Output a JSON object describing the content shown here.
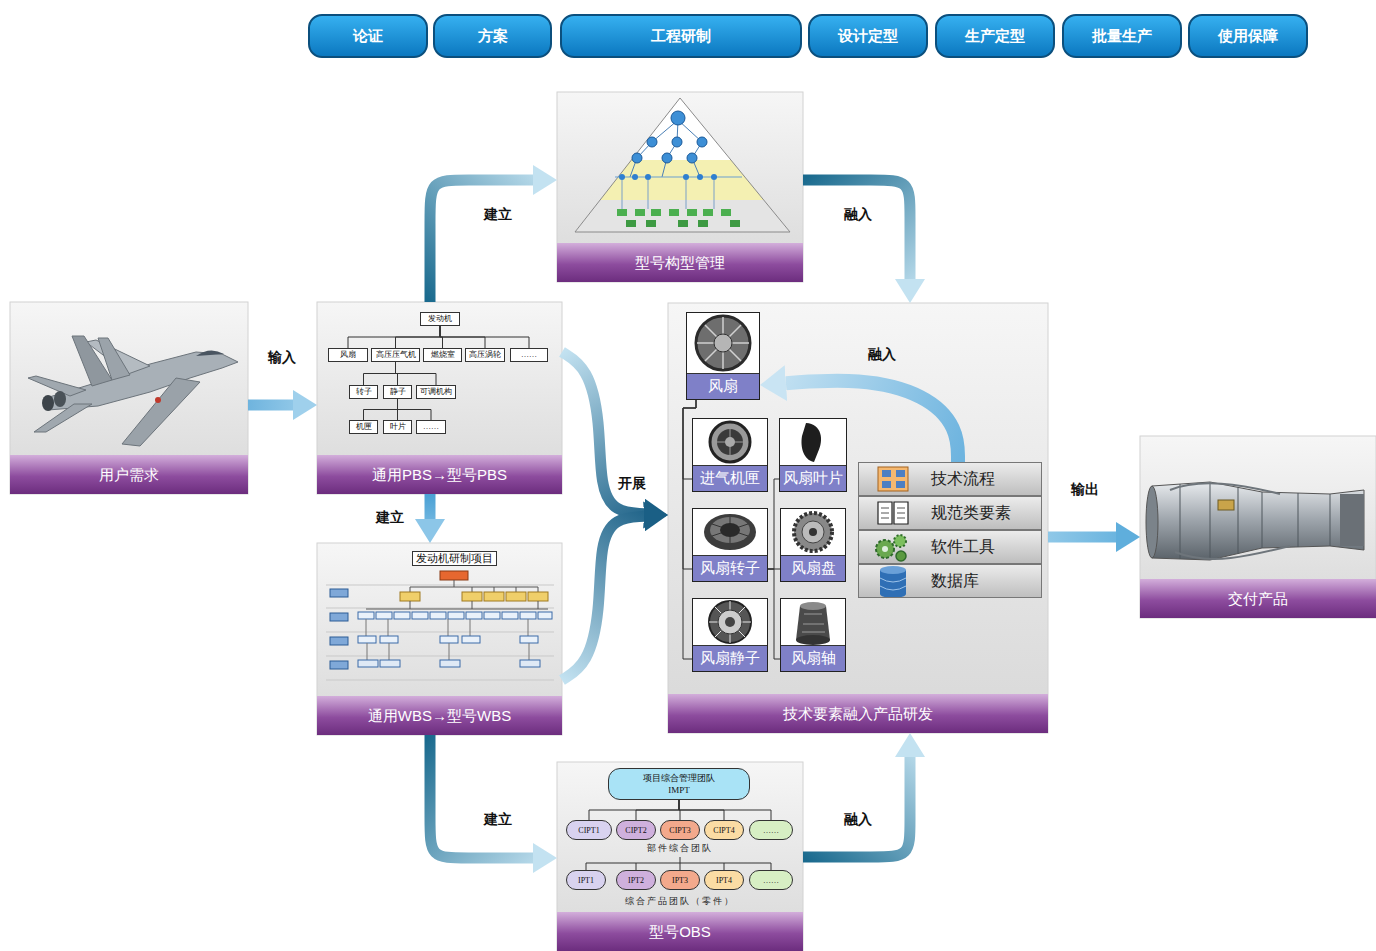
{
  "diagram": {
    "nodes": [
      {
        "text": [
          "论证"
        ]
      },
      {
        "text": [
          "方案"
        ]
      },
      {
        "text": [
          "工程研制"
        ]
      },
      {
        "text": [
          "设计定型"
        ]
      },
      {
        "text": [
          "生产定型"
        ]
      },
      {
        "text": [
          "批量生产"
        ]
      },
      {
        "text": [
          "使用保障"
        ]
      },
      {
        "text": [
          "型号构型管理"
        ]
      },
      {
        "text": [
          "用户需求"
        ]
      },
      {
        "text": [
          "通用PBS→型号PBS"
        ]
      },
      {
        "text": [
          "发动机"
        ],
        "in": 9
      },
      {
        "text": [
          "风扇"
        ],
        "in": 9
      },
      {
        "text": [
          "高压压气机"
        ],
        "in": 9
      },
      {
        "text": [
          "燃烧室"
        ],
        "in": 9
      },
      {
        "text": [
          "高压涡轮"
        ],
        "in": 9
      },
      {
        "text": [
          "……"
        ],
        "in": 9
      },
      {
        "text": [
          "转子"
        ],
        "in": 9
      },
      {
        "text": [
          "静子"
        ],
        "in": 9
      },
      {
        "text": [
          "可调机构"
        ],
        "in": 9
      },
      {
        "text": [
          "机匣"
        ],
        "in": 9
      },
      {
        "text": [
          "叶片"
        ],
        "in": 9
      },
      {
        "text": [
          "……"
        ],
        "in": 9
      },
      {
        "text": [
          "技术要素融入产品研发"
        ]
      },
      {
        "text": [
          "风扇"
        ],
        "in": 22
      },
      {
        "text": [
          "进气机匣"
        ],
        "in": 22
      },
      {
        "text": [
          "风扇叶片"
        ],
        "in": 22
      },
      {
        "text": [
          "风扇转子"
        ],
        "in": 22
      },
      {
        "text": [
          "风扇盘"
        ],
        "in": 22
      },
      {
        "text": [
          "风扇静子"
        ],
        "in": 22
      },
      {
        "text": [
          "风扇轴"
        ],
        "in": 22
      },
      {
        "text": [
          "技术流程"
        ],
        "in": 22
      },
      {
        "text": [
          "规范类要素"
        ],
        "in": 22
      },
      {
        "text": [
          "软件工具"
        ],
        "in": 22
      },
      {
        "text": [
          "数据库"
        ],
        "in": 22
      },
      {
        "text": [
          "交付产品"
        ]
      },
      {
        "text": [
          "通用WBS→型号WBS"
        ]
      },
      {
        "text": [
          "发动机研制项目"
        ],
        "in": 35
      },
      {
        "text": [
          "型号OBS"
        ]
      },
      {
        "text": [
          "项目综合管理团队 IMPT"
        ],
        "in": 37
      },
      {
        "text": [
          "CIPT1"
        ],
        "in": 37
      },
      {
        "text": [
          "CIPT2"
        ],
        "in": 37
      },
      {
        "text": [
          "CIPT3"
        ],
        "in": 37
      },
      {
        "text": [
          "CIPT4"
        ],
        "in": 37
      },
      {
        "text": [
          "……"
        ],
        "in": 37
      },
      {
        "text": [
          "IPT1"
        ],
        "in": 37
      },
      {
        "text": [
          "IPT2"
        ],
        "in": 37
      },
      {
        "text": [
          "IPT3"
        ],
        "in": 37
      },
      {
        "text": [
          "IPT4"
        ],
        "in": 37
      },
      {
        "text": [
          "……"
        ],
        "in": 37
      }
    ],
    "edges": [
      {
        "from": 8,
        "to": 9,
        "arrow": "to",
        "label": "输入"
      },
      {
        "from": 9,
        "to": 7,
        "arrow": "to",
        "label": "建立"
      },
      {
        "from": 9,
        "to": 35,
        "arrow": "to",
        "label": "建立"
      },
      {
        "from": 35,
        "to": 37,
        "arrow": "to",
        "label": "建立"
      },
      {
        "from": 7,
        "to": 22,
        "arrow": "to",
        "label": "融入"
      },
      {
        "from": 37,
        "to": 22,
        "arrow": "to",
        "label": "融入"
      },
      {
        "from": 9,
        "to": 22,
        "arrow": "to",
        "label": "开展"
      },
      {
        "from": 35,
        "to": 22,
        "arrow": "to"
      },
      {
        "from": 22,
        "to": 34,
        "arrow": "to",
        "label": "输出"
      },
      {
        "from": 30,
        "to": 23,
        "arrow": "to",
        "label": "融入"
      },
      {
        "from": 10,
        "to": 11,
        "arrow": "none"
      },
      {
        "from": 10,
        "to": 12,
        "arrow": "none"
      },
      {
        "from": 10,
        "to": 13,
        "arrow": "none"
      },
      {
        "from": 10,
        "to": 14,
        "arrow": "none"
      },
      {
        "from": 10,
        "to": 15,
        "arrow": "none"
      },
      {
        "from": 12,
        "to": 16,
        "arrow": "none"
      },
      {
        "from": 12,
        "to": 17,
        "arrow": "none"
      },
      {
        "from": 12,
        "to": 18,
        "arrow": "none"
      },
      {
        "from": 17,
        "to": 19,
        "arrow": "none"
      },
      {
        "from": 17,
        "to": 20,
        "arrow": "none"
      },
      {
        "from": 17,
        "to": 21,
        "arrow": "none"
      },
      {
        "from": 23,
        "to": 24,
        "arrow": "none"
      },
      {
        "from": 23,
        "to": 26,
        "arrow": "none"
      },
      {
        "from": 23,
        "to": 28,
        "arrow": "none"
      },
      {
        "from": 26,
        "to": 25,
        "arrow": "none"
      },
      {
        "from": 26,
        "to": 27,
        "arrow": "none"
      },
      {
        "from": 26,
        "to": 29,
        "arrow": "none"
      },
      {
        "from": 38,
        "to": 39,
        "arrow": "none"
      },
      {
        "from": 38,
        "to": 40,
        "arrow": "none"
      },
      {
        "from": 38,
        "to": 41,
        "arrow": "none"
      },
      {
        "from": 38,
        "to": 42,
        "arrow": "none"
      },
      {
        "from": 38,
        "to": 43,
        "arrow": "none"
      }
    ],
    "labels": [
      "部件综合团队",
      "综合产品团队（零件）"
    ]
  }
}
